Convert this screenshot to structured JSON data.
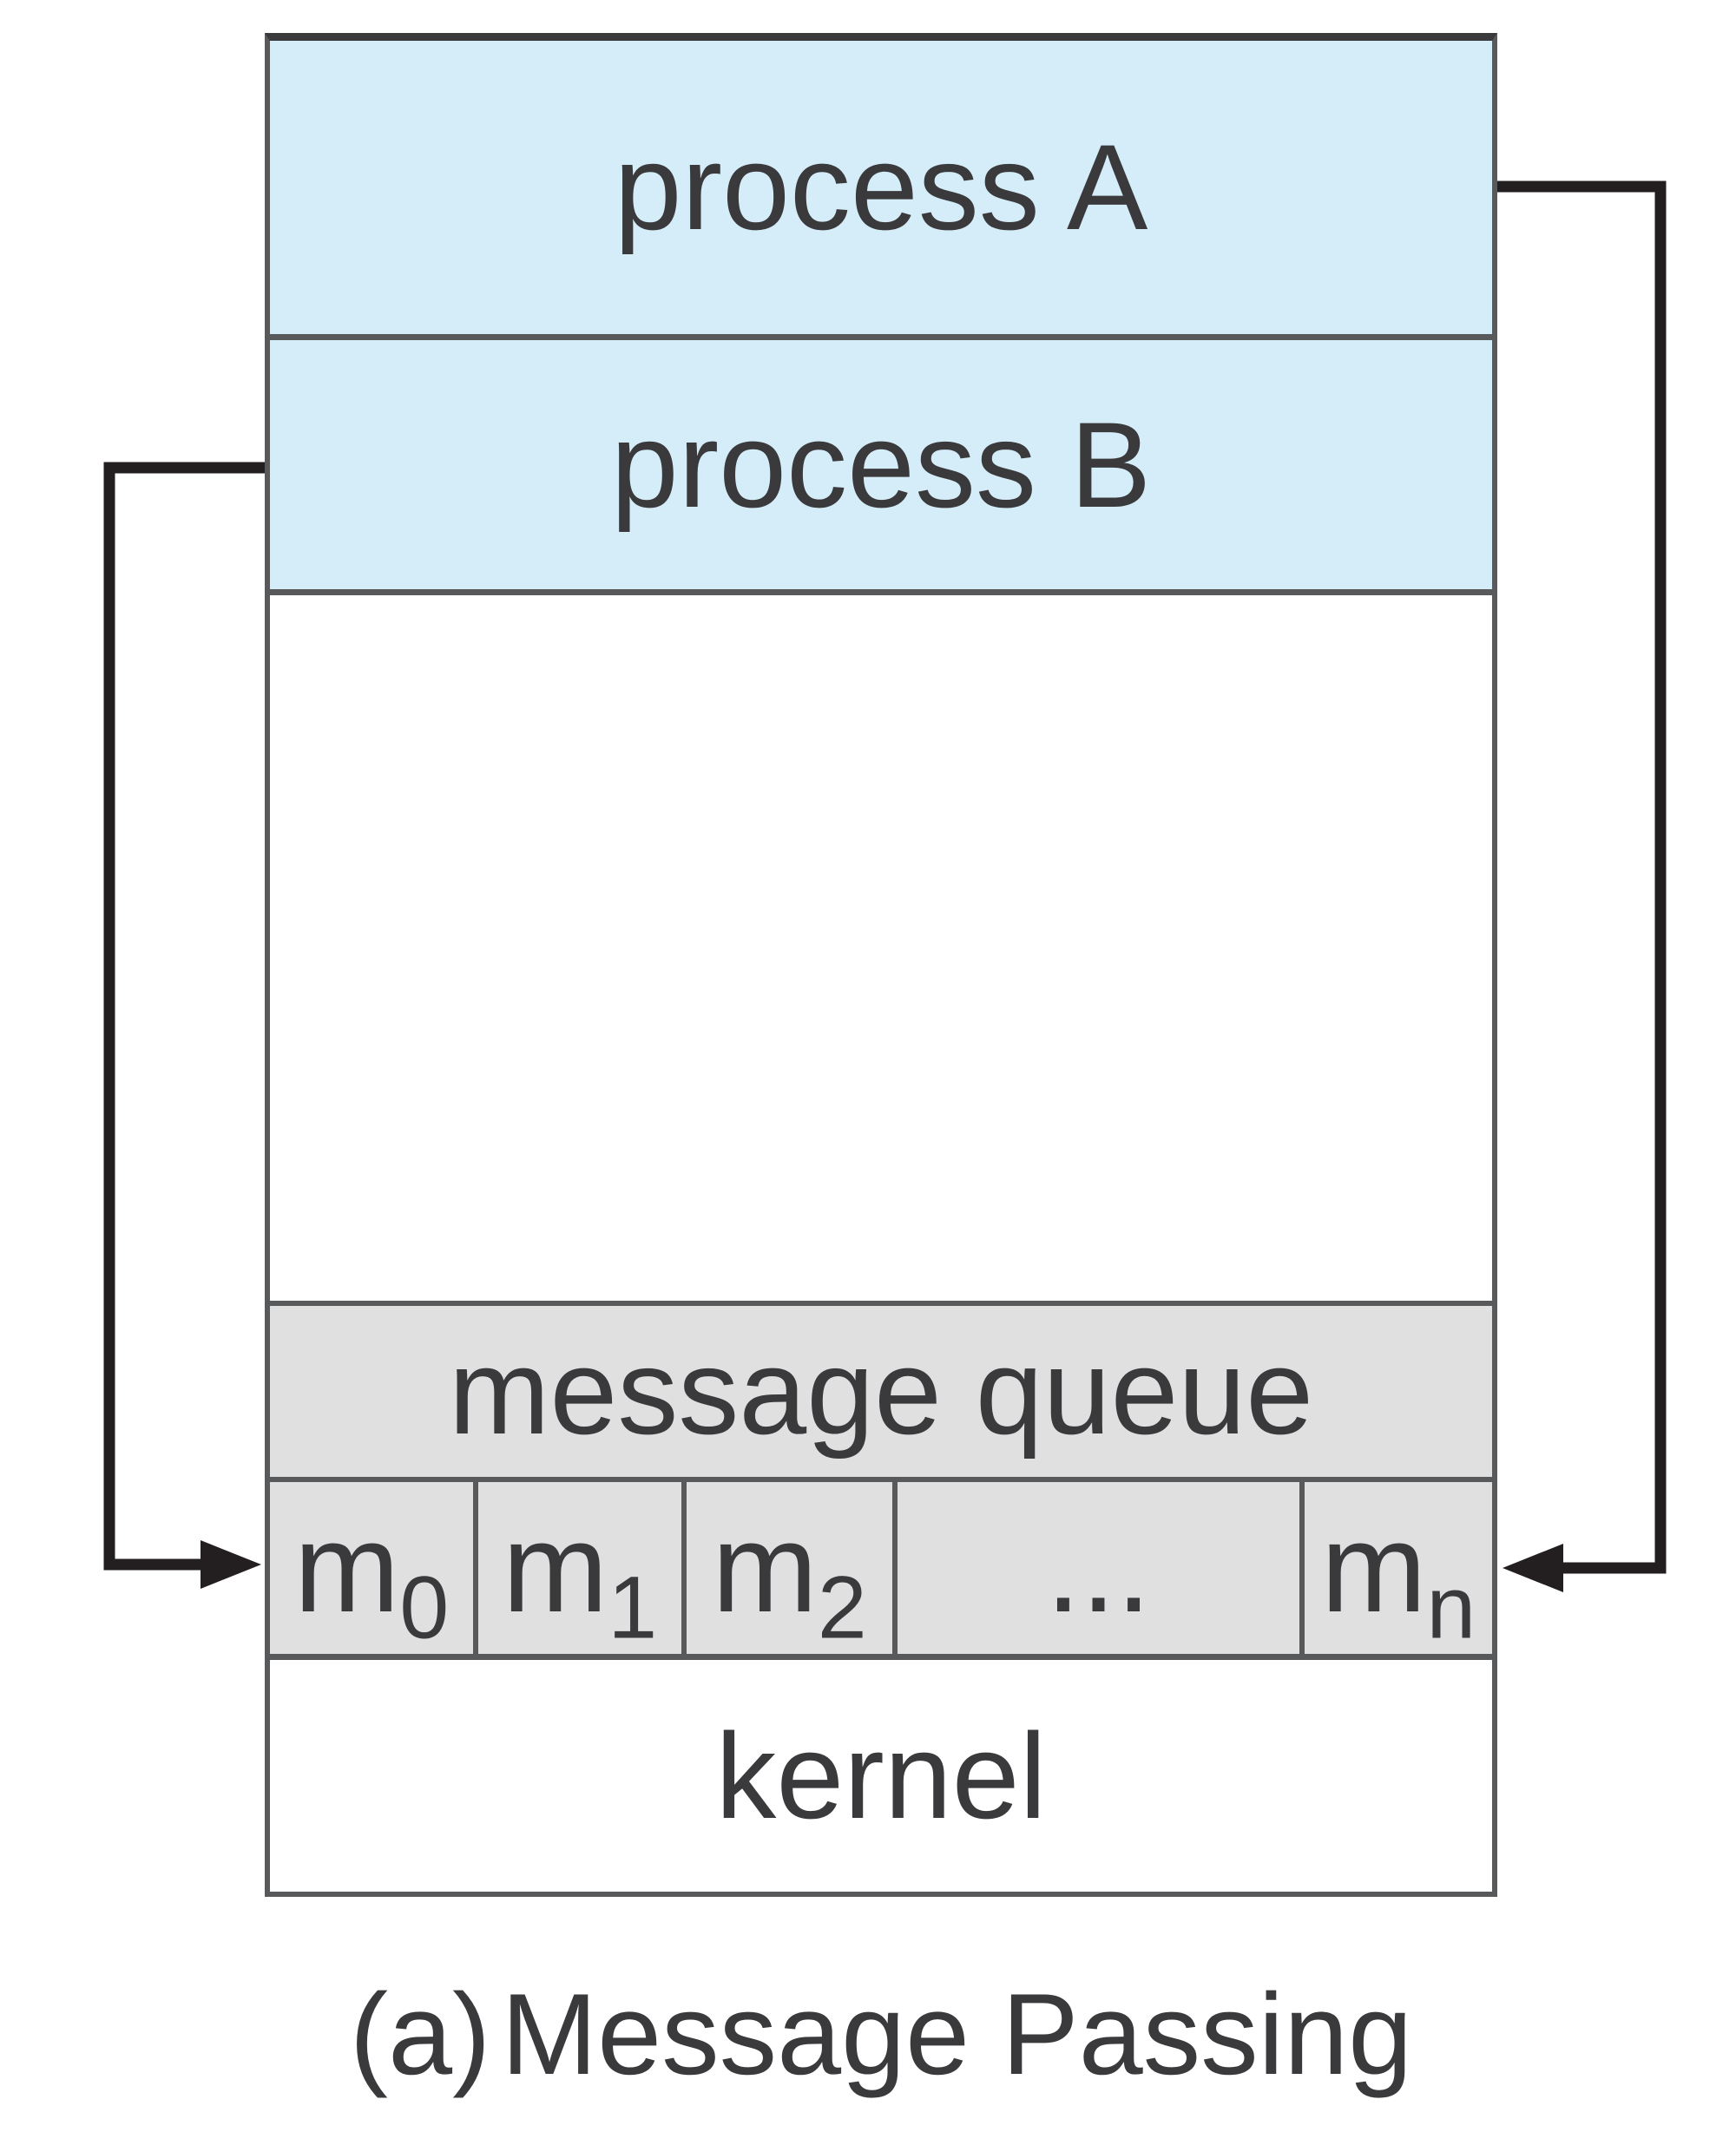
{
  "figure": {
    "caption": {
      "prefix": "(a)",
      "title": "Message Passing"
    },
    "sections": {
      "process_a": "process A",
      "process_b": "process B",
      "message_queue": "message queue",
      "kernel": "kernel"
    },
    "queue_cells": [
      {
        "base": "m",
        "sub": "0"
      },
      {
        "base": "m",
        "sub": "1"
      },
      {
        "base": "m",
        "sub": "2"
      },
      {
        "base": "...",
        "sub": ""
      },
      {
        "base": "m",
        "sub": "n"
      }
    ],
    "colors": {
      "process-fill": "#d5edf8",
      "queue-fill": "#e0e0e1",
      "border": "#58595b",
      "border-dark": "#3a3a3c",
      "arrow": "#231f20",
      "text": "#3a3a3c"
    }
  }
}
